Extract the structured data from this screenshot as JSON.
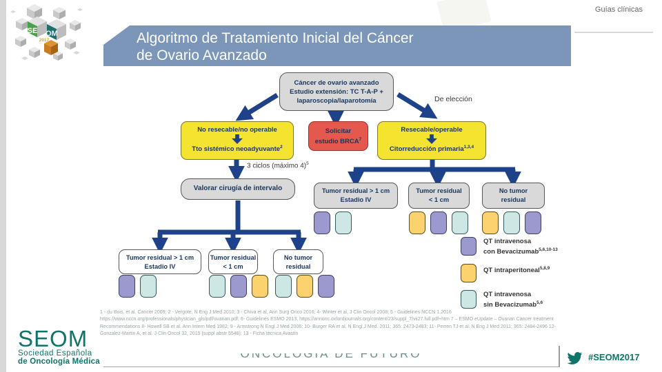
{
  "slide": {
    "corner_label": "Guías clínicas",
    "title": {
      "line1": "Algoritmo de Tratamiento Inicial del Cáncer",
      "line2": "de Ovario Avanzado"
    },
    "logo": {
      "se": "SE",
      "om": "OM",
      "year": "2017"
    }
  },
  "flowchart": {
    "root_box": {
      "line1": "Cáncer de ovario avanzado",
      "line2": "Estudio extensión: TC T-A-P +",
      "line3": "laparoscopia/laparotomía"
    },
    "edge_label_right": "De elección",
    "no_resecable_box": {
      "line1": "No resecable/no operable",
      "line2": "Tto sistémico neoadyuvante",
      "sup": "2"
    },
    "brca_box": {
      "line1": "Solicitar",
      "line2": "estudio BRCA",
      "sup": "7"
    },
    "resecable_box": {
      "line1": "Resecable/operable",
      "line2": "Citorreducción primaria",
      "sup": "1,3,4"
    },
    "cycles_label": {
      "text": "3 ciclos (máximo 4)",
      "sup": "5"
    },
    "interval_box": "Valorar cirugía de intervalo",
    "primary_outcomes": [
      {
        "line1": "Tumor residual > 1 cm",
        "line2": "Estadio IV",
        "chips": [
          "purple",
          "cyan"
        ]
      },
      {
        "line1": "Tumor residual",
        "line2": "< 1 cm",
        "chips": [
          "yellow",
          "purple",
          "cyan"
        ]
      },
      {
        "line1": "No tumor",
        "line2": "residual",
        "chips": [
          "yellow",
          "cyan",
          "purple"
        ]
      }
    ],
    "interval_outcomes": [
      {
        "line1": "Tumor residual > 1 cm",
        "line2": "Estadio IV",
        "chips": [
          "purple",
          "cyan"
        ]
      },
      {
        "line1": "Tumor residual",
        "line2": "< 1 cm",
        "chips": [
          "cyan",
          "purple",
          "yellow"
        ]
      },
      {
        "line1": "No tumor",
        "line2": "residual",
        "chips": [
          "cyan",
          "yellow",
          "purple"
        ]
      }
    ]
  },
  "legend": {
    "items": [
      {
        "color": "purple",
        "line1": "QT intravenosa",
        "line2": "con Bevacizumab",
        "sup": "5,6,10-13"
      },
      {
        "color": "yellow",
        "line1": "QT intraperitoneal",
        "line2": "",
        "sup": "5,8,9"
      },
      {
        "color": "cyan",
        "line1": "QT intravenosa",
        "line2": "sin Bevacizumab",
        "sup": "5,6"
      }
    ]
  },
  "references": "1 - du Bois, et al. Cancer 2009; 2 - Vergote, N Eng J Med 2010; 3 - Chiva et al, Ann Surg Onco 2016; 4- Winter et al, J Clin Oncol 2008; 5 - Guidelines NCCN 1.2016 https://www.nccn.org/professionals/physician_gls/pdf/ovarian.pdf; 6- Guidelines ESMO 2013, https://annonc.oxfordjournals.org/content/23/suppl_7/vii27.full.pdf+htm 7 – ESMO eUpdate – Ovarian Cancer treatment Recommendations 8- Howell SB et al. Ann Intern Med 1982; 9 - Armstrong N Engl J Med 2006; 10- Burger RA et al. N Engl J Med. 2011; 365: 2473-2483; 11- Perren TJ et al. N Eng J Med 2011; 365: 2484-2496 12- Gonzalez-Martin A, et al. J Clin Oncol 32, 2015 (suppl abstr 5548); 13 - Ficha técnica Avastin",
  "footer": {
    "org_name": "SEOM",
    "org_line1": "Sociedad Española",
    "org_line2": "de Oncología Médica",
    "slogan": "ONCOLOGÍA DE FUTURO",
    "hashtag": "#SEOM2017"
  },
  "colors": {
    "banner_blue": "#7b96b8",
    "arrow_navy": "#1e4289",
    "box_yellow": "#f4e32f",
    "box_red": "#e4584e",
    "box_gray": "#d9d9d9",
    "chip_purple": "#9c99ce",
    "chip_yellow": "#fbd26e",
    "chip_cyan": "#cde8e4",
    "seom_teal": "#0e7468"
  }
}
